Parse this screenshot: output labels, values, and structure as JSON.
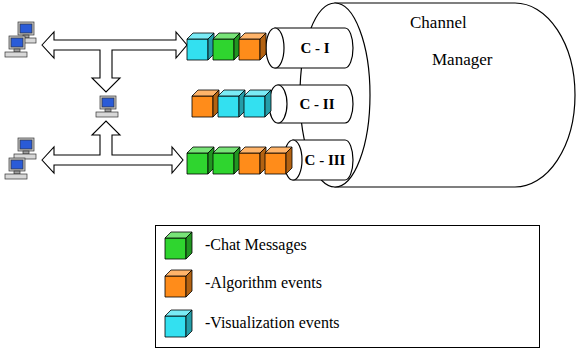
{
  "diagram": {
    "nodes": [
      {
        "text": [
          "Channel Manager"
        ]
      },
      {
        "text": [
          "C - I"
        ]
      },
      {
        "text": [
          "C - II"
        ]
      },
      {
        "text": [
          "C - III"
        ]
      }
    ],
    "legend": [
      {
        "text": "-Chat Messages",
        "color": "#2fd52f"
      },
      {
        "text": "-Algorithm events",
        "color": "#ff8c1a"
      },
      {
        "text": "-Visualization events",
        "color": "#33e0f0"
      }
    ]
  }
}
